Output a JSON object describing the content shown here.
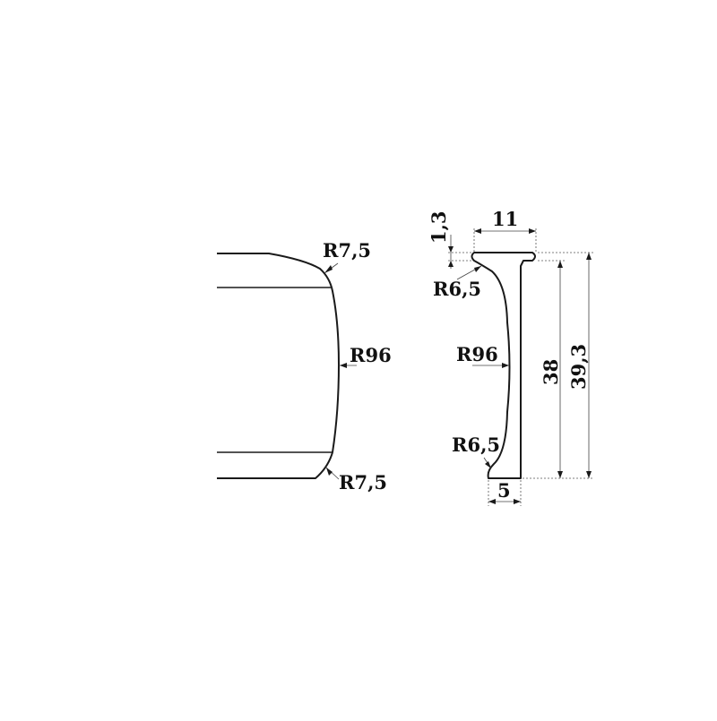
{
  "drawing": {
    "side_view": {
      "radius_top": "R7,5",
      "radius_middle": "R96",
      "radius_bottom": "R7,5"
    },
    "profile_view": {
      "dim_thickness": "1,3",
      "dim_width": "11",
      "radius_top": "R6,5",
      "radius_middle": "R96",
      "radius_bottom": "R6,5",
      "dim_base": "5",
      "dim_inner_height": "38",
      "dim_total_height": "39,3"
    }
  }
}
